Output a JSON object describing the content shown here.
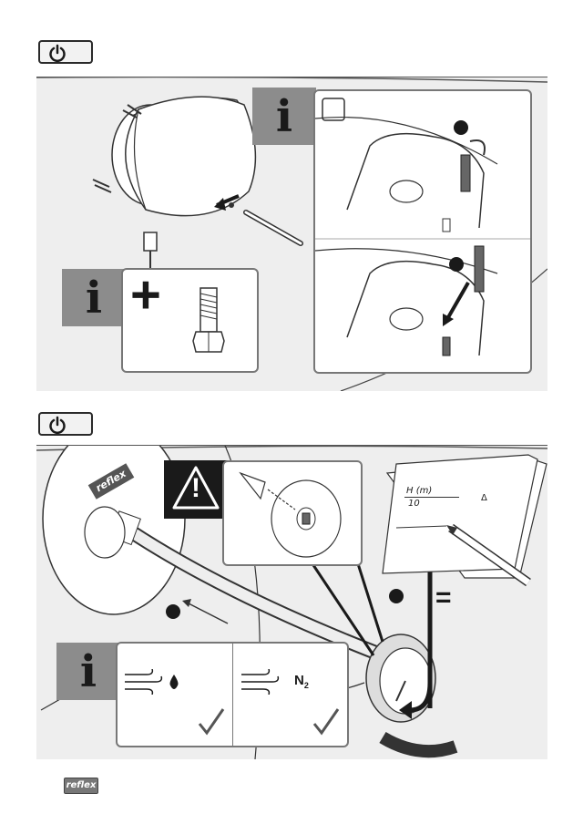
{
  "sections": [
    {
      "power_icon": "power-icon"
    },
    {
      "power_icon": "power-icon"
    }
  ],
  "info_symbol": "i",
  "warning_symbol": "!",
  "step1": {
    "plus_symbol": "+",
    "brand": "reflex"
  },
  "step2": {
    "formula_label": "H (m)",
    "formula_divisor": "10",
    "delta_symbol": "Δ",
    "equals_symbol": "="
  },
  "gas_options": [
    {
      "icon": "air-flow-icon",
      "medium_icon": "water-drop-icon",
      "check_icon": "checkmark-icon"
    },
    {
      "icon": "air-flow-icon",
      "medium_label": "N",
      "medium_sub": "2",
      "check_icon": "checkmark-icon"
    }
  ],
  "footer": {
    "logo_text": "reflex"
  },
  "colors": {
    "panel": "#eeeeee",
    "info_block": "#8c8c8c",
    "dark": "#1a1a1a"
  }
}
